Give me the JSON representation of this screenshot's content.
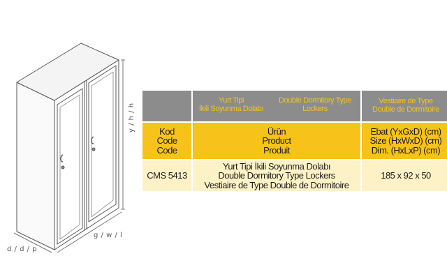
{
  "drawing": {
    "depth_label": "d / d / p",
    "width_label": "g / w / l",
    "height_label": "y / h / h"
  },
  "table": {
    "header": {
      "code": {
        "lines": [
          "",
          ""
        ]
      },
      "product": {
        "lines": [
          "Double Dormitory Type",
          "Lockers"
        ]
      },
      "name_tr": {
        "lines": [
          "Yurt Tipi",
          "İkili Soyunma Dolabı"
        ]
      },
      "dims": {
        "lines": [
          "Vestiaire de Type",
          "Double de Dormitoire"
        ]
      }
    },
    "labels": {
      "code": [
        "Kod",
        "Code",
        "Code"
      ],
      "product": [
        "Ürün",
        "Product",
        "Produit"
      ],
      "dims": [
        "Ebat (YxGxD) (cm)",
        "Size (HxWxD) (cm)",
        "Dim. (HxLxP) (cm)"
      ]
    },
    "rows": [
      {
        "code": "CMS 5413",
        "product": [
          "Yurt Tipi İkili Soyunma Dolabı",
          "Double Dormitory Type Lockers",
          "Vestiaire de Type Double de Dormitoire"
        ],
        "dims": "185 x 92 x 50"
      }
    ]
  },
  "colors": {
    "header_bg": "#8c8c8c",
    "header_text": "#f6c51b",
    "label_bg": "#f7c21a",
    "data_bg": "#fdf2c6",
    "drawing_stroke": "#555555"
  }
}
